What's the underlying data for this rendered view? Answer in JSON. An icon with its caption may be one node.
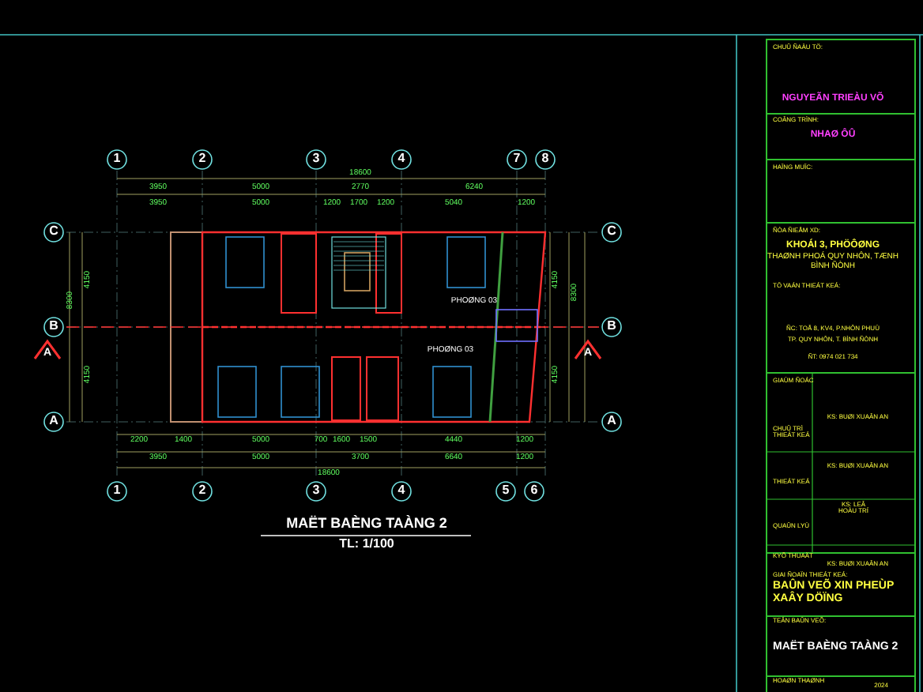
{
  "diagram": {
    "title": "MAËT BAÈNG TAÀNG 2",
    "caption": "TL: 1/100",
    "labels": [
      "18600",
      "3950",
      "5000",
      "2770",
      "6240",
      "3950",
      "5000",
      "1200",
      "1700",
      "1200",
      "5040",
      "1200",
      "1",
      "2",
      "3",
      "4",
      "7",
      "8",
      "C",
      "B",
      "A",
      "C",
      "B",
      "A",
      "A",
      "A",
      "PHOØNG 03",
      "PHOØNG 03",
      "2200",
      "1400",
      "5000",
      "700",
      "1600",
      "1500",
      "4440",
      "1200",
      "3950",
      "5000",
      "3700",
      "6640",
      "1200",
      "18600",
      "1",
      "2",
      "3",
      "4",
      "5",
      "6",
      "4150",
      "4150",
      "8300",
      "4150",
      "4150",
      "8300",
      "CHUÛ ÑAÀU TÖ:",
      "NGUYEÃN TRIEÀU VÕ",
      "COÂNG TRÌNH:",
      "NHAØ ÔÛ",
      "HAÏNG MUÏC:",
      "ÑÒA ÑIEÅM XD:",
      "KHOÁI 3, PHÖÔØNG",
      "THAØNH PHOÁ QUY NHÔN, TÆNH BÌNH ÑÒNH",
      "TÖ VAÁN THIEÁT KEÁ:",
      "ÑC: TOÅ 8, KV4, P.NHÔN PHUÙ",
      "TP. QUY NHÔN, T. BÌNH ÑÒNH",
      "ÑT: 0974 021 734",
      "GIAÙM ÑOÁC",
      "KS: BUØI XUAÂN AN",
      "CHUÛ TRÌ THIEÁT KEÁ",
      "KS: BUØI XUAÂN AN",
      "THIEÁT KEÁ",
      "KS: LEÂ HOÀU TRÍ",
      "QUAÛN LYÙ",
      "KYÕ THUAÄT",
      "KS: BUØI XUAÂN AN",
      "GIAI ÑOAÏN THIEÁT KEÁ:",
      "BAÛN VEÕ XIN PHEÙP XAÂY DÖÏNG",
      "TEÂN BAÛN VEÕ:",
      "MAËT BAÈNG TAÀNG 2",
      "HOAØN THAØNH",
      "2024"
    ]
  }
}
